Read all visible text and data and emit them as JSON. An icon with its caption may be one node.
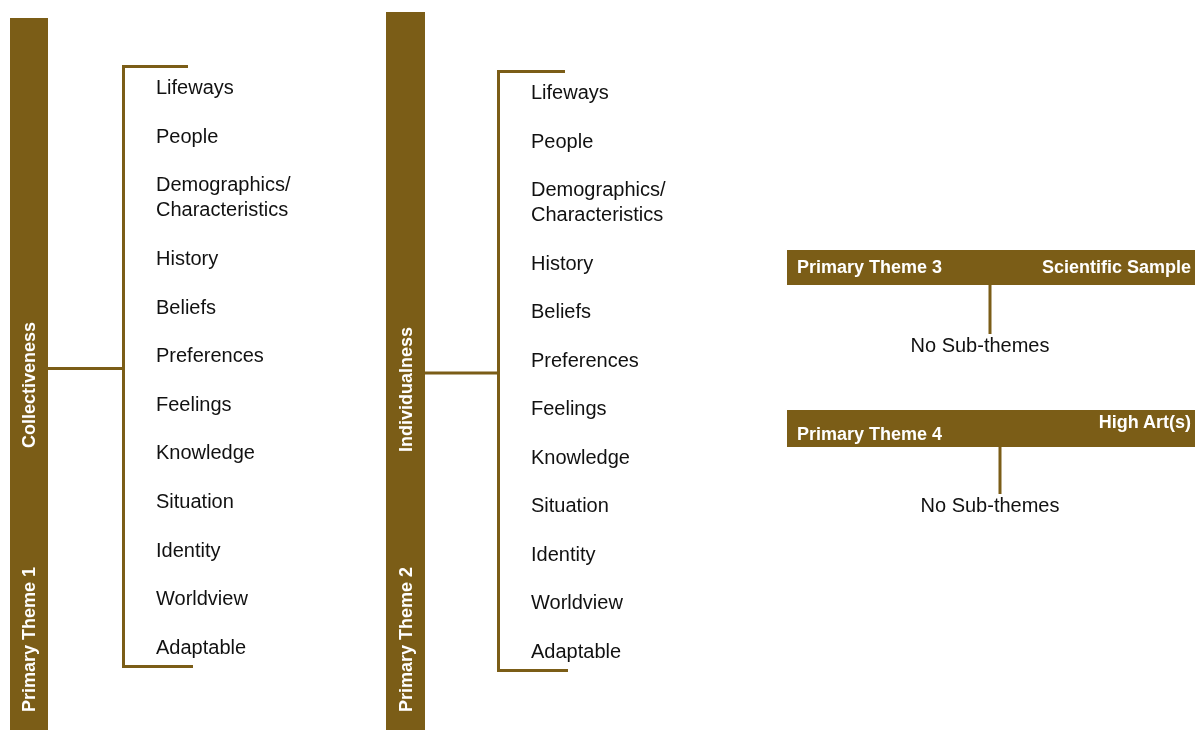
{
  "diagram": {
    "nodes": [
      {
        "text": [
          "Primary Theme 1",
          "Collectiveness"
        ]
      },
      {
        "text": [
          "Lifeways",
          "People",
          "Demographics/ Characteristics",
          "History",
          "Beliefs",
          "Preferences",
          "Feelings",
          "Knowledge",
          "Situation",
          "Identity",
          "Worldview",
          "Adaptable"
        ]
      },
      {
        "text": [
          "Primary Theme 2",
          "Individualness"
        ]
      },
      {
        "text": [
          "Lifeways",
          "People",
          "Demographics/ Characteristics",
          "History",
          "Beliefs",
          "Preferences",
          "Feelings",
          "Knowledge",
          "Situation",
          "Identity",
          "Worldview",
          "Adaptable"
        ]
      },
      {
        "text": [
          "Primary Theme 3",
          "Scientific Sample"
        ]
      },
      {
        "text": [
          "No Sub-themes"
        ]
      },
      {
        "text": [
          "Primary Theme 4",
          "High Art(s)"
        ]
      },
      {
        "text": [
          "No Sub-themes"
        ]
      }
    ],
    "edges": [
      {
        "from": 0,
        "to": 1,
        "arrow": "none"
      },
      {
        "from": 2,
        "to": 3,
        "arrow": "none"
      },
      {
        "from": 4,
        "to": 5,
        "arrow": "none"
      },
      {
        "from": 6,
        "to": 7,
        "arrow": "none"
      }
    ]
  }
}
